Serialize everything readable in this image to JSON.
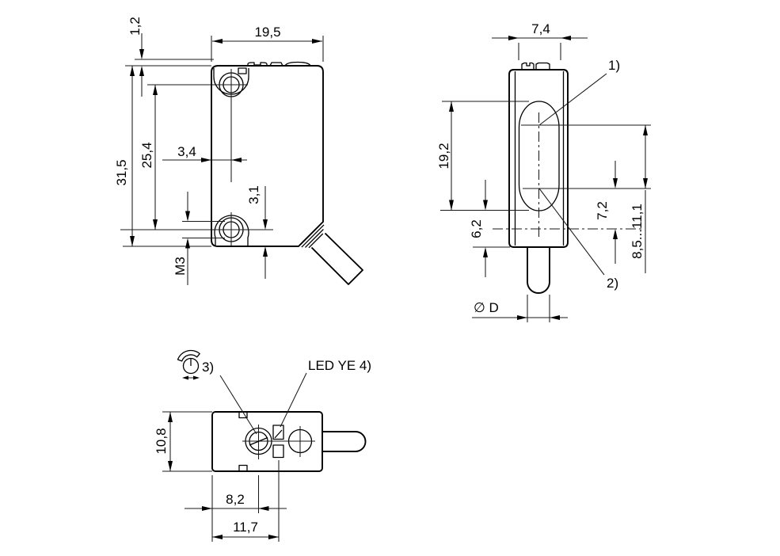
{
  "drawing": {
    "front_view": {
      "bump_height": "1,2",
      "width": "19,5",
      "height": "31,5",
      "hole_spacing": "25,4",
      "hole_offset_x": "3,4",
      "hole_offset_y": "3,1",
      "thread": "M3"
    },
    "side_view": {
      "width": "7,4",
      "window_height": "19,2",
      "window_bottom_offset": "6,2",
      "receiver_axis_offset": "7,2",
      "emitter_axis_range": "8,5...11,1",
      "cable_diameter": "∅ D",
      "callout_1": "1)",
      "callout_2": "2)"
    },
    "bottom_view": {
      "height": "10,8",
      "pot_offset": "8,2",
      "led_offset": "11,7",
      "knob_callout": "3)",
      "led_label": "LED YE 4)"
    },
    "colors": {
      "line": "#000000",
      "background": "#ffffff"
    }
  }
}
